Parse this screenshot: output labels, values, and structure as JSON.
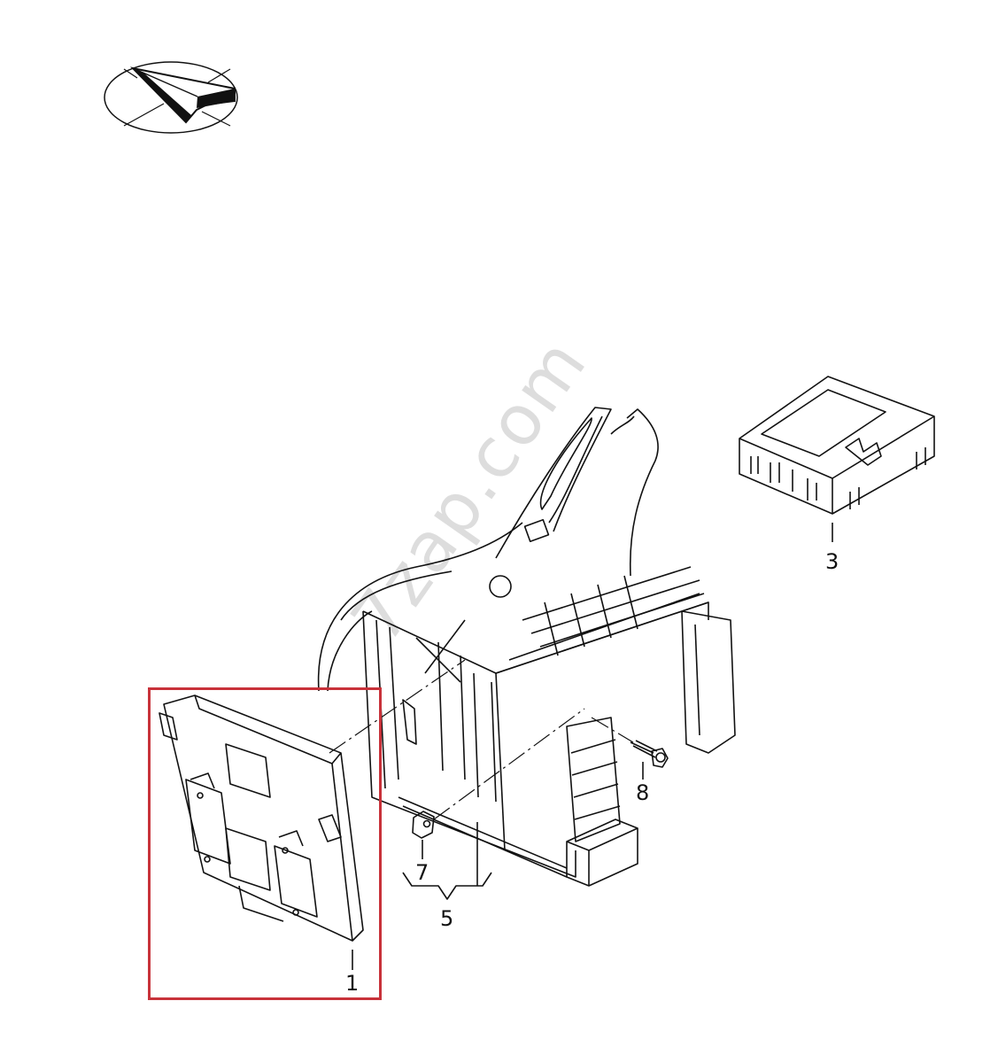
{
  "diagram": {
    "type": "exploded-parts-diagram",
    "watermark": "7zap.com",
    "orientation_icon": "direction-arrow-icon",
    "highlight": {
      "target_part": "1",
      "color": "#c8323a"
    },
    "callouts": [
      {
        "id": "1",
        "label": "1",
        "part": "control-module-panel"
      },
      {
        "id": "3",
        "label": "3",
        "part": "small-control-unit"
      },
      {
        "id": "5",
        "label": "5",
        "part": "mounting-bracket"
      },
      {
        "id": "7",
        "label": "7",
        "part": "clip-nut"
      },
      {
        "id": "8",
        "label": "8",
        "part": "screw"
      }
    ]
  }
}
